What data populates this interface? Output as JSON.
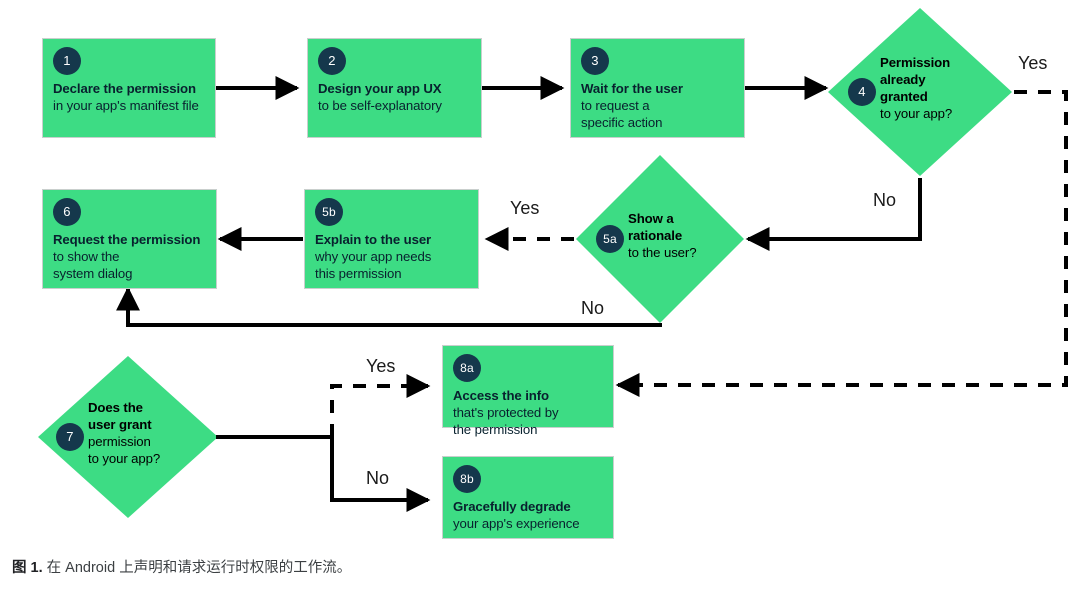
{
  "figure": {
    "caption_label": "图 1.",
    "caption_text": " 在 Android 上声明和请求运行时权限的工作流。"
  },
  "colors": {
    "node_fill": "#3ddc84",
    "badge_fill": "#15384c",
    "badge_text": "#ffffff",
    "node_text": "#08212e",
    "connector": "#000000",
    "background": "#ffffff"
  },
  "nodes": [
    {
      "id": "step-1",
      "shape": "process",
      "badge": "1",
      "title": "Declare the permission",
      "sub": "in your app's manifest file"
    },
    {
      "id": "step-2",
      "shape": "process",
      "badge": "2",
      "title": "Design your app UX",
      "sub": "to be self-explanatory"
    },
    {
      "id": "step-3",
      "shape": "process",
      "badge": "3",
      "title": "Wait for the user",
      "sub": "to request a\nspecific action",
      "sub_line1": "to request a",
      "sub_line2": "specific action"
    },
    {
      "id": "step-4",
      "shape": "decision",
      "badge": "4",
      "title_line1": "Permission",
      "title_line2": "already",
      "title_line3": "granted",
      "sub": "to your app?"
    },
    {
      "id": "step-5a",
      "shape": "decision",
      "badge": "5a",
      "title_line1": "Show a",
      "title_line2": "rationale",
      "sub": "to the user?"
    },
    {
      "id": "step-5b",
      "shape": "process",
      "badge": "5b",
      "title": "Explain to the user",
      "sub_line1": "why your app needs",
      "sub_line2": "this permission"
    },
    {
      "id": "step-6",
      "shape": "process",
      "badge": "6",
      "title": "Request the permission",
      "sub_line1": "to show the",
      "sub_line2": "system dialog"
    },
    {
      "id": "step-7",
      "shape": "decision",
      "badge": "7",
      "title_line1": "Does the",
      "title_line2": "user grant",
      "sub_line1": "permission",
      "sub_line2": "to your app?"
    },
    {
      "id": "step-8a",
      "shape": "process",
      "badge": "8a",
      "title": "Access the info",
      "sub_line1": "that's protected by",
      "sub_line2": "the permission"
    },
    {
      "id": "step-8b",
      "shape": "process",
      "badge": "8b",
      "title": "Gracefully degrade",
      "sub": "your app's experience"
    }
  ],
  "edge_labels": {
    "step4_yes": "Yes",
    "step4_no": "No",
    "step5a_yes": "Yes",
    "step5a_no": "No",
    "step7_yes": "Yes",
    "step7_no": "No"
  }
}
